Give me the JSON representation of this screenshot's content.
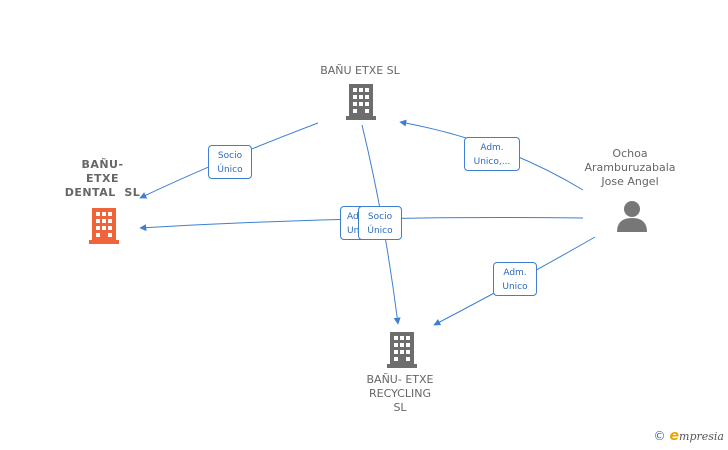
{
  "nodes": {
    "banu_etxe": {
      "lines": [
        "BAÑU ETXE SL"
      ]
    },
    "banu_dental": {
      "lines": [
        "BAÑU-",
        "ETXE",
        "DENTAL  SL"
      ]
    },
    "banu_recycling": {
      "lines": [
        "BAÑU- ETXE",
        "RECYCLING",
        "SL"
      ]
    },
    "ochoa": {
      "lines": [
        "Ochoa",
        "Aramburuzabala",
        "Jose Angel"
      ]
    }
  },
  "edge_labels": {
    "socio_left": [
      "Socio",
      "Único"
    ],
    "adm_top": [
      "Adm.",
      "Unico,..."
    ],
    "adm_mid_back": [
      "Adm.",
      "Unico"
    ],
    "socio_mid": [
      "Socio",
      "Único"
    ],
    "adm_bottom": [
      "Adm.",
      "Unico"
    ]
  },
  "colors": {
    "edge": "#3d7fd1",
    "company_gray": "#6d6d6d",
    "company_highlight": "#f0643c",
    "person": "#777777"
  },
  "footer": {
    "copyright": "©",
    "brand_first": "e",
    "brand_rest": "mpresia"
  }
}
